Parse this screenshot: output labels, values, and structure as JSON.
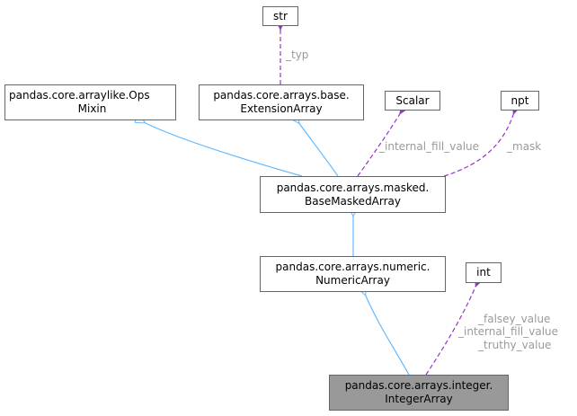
{
  "colors": {
    "inheritance_edge": "#63b8ff",
    "usage_edge": "#9a32cd",
    "highlight_node": "#999999",
    "label_text": "#9a9a9a"
  },
  "nodes": {
    "str": {
      "line1": "str"
    },
    "ops_mixin": {
      "line1": "pandas.core.arraylike.Ops",
      "line2": "Mixin"
    },
    "extension_array": {
      "line1": "pandas.core.arrays.base.",
      "line2": "ExtensionArray"
    },
    "scalar": {
      "line1": "Scalar"
    },
    "npt": {
      "line1": "npt"
    },
    "base_masked_array": {
      "line1": "pandas.core.arrays.masked.",
      "line2": "BaseMaskedArray"
    },
    "numeric_array": {
      "line1": "pandas.core.arrays.numeric.",
      "line2": "NumericArray"
    },
    "int": {
      "line1": "int"
    },
    "integer_array": {
      "line1": "pandas.core.arrays.integer.",
      "line2": "IntegerArray"
    }
  },
  "edge_labels": {
    "typ": "_typ",
    "internal_fill_value": "_internal_fill_value",
    "mask": "_mask",
    "int_labels": [
      "_falsey_value",
      "_internal_fill_value",
      "_truthy_value"
    ]
  }
}
